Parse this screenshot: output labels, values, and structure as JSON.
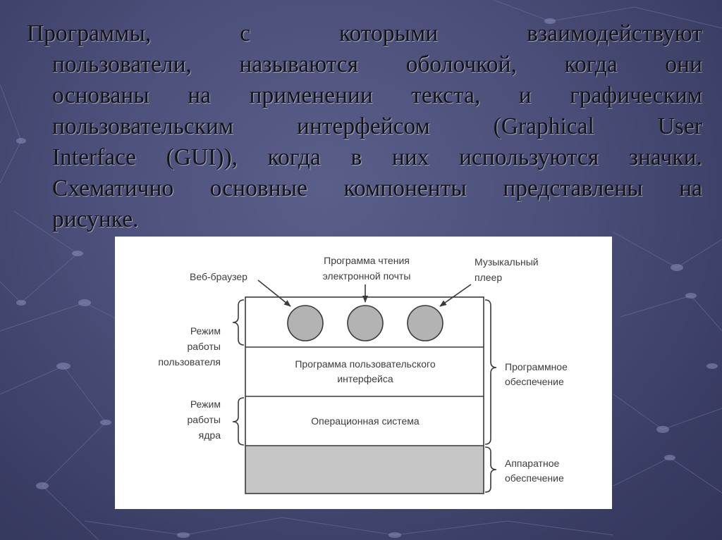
{
  "slide": {
    "paragraph_lines": [
      "Программы, с которыми взаимодействуют",
      "пользователи, называются оболочкой, когда они",
      "основаны на применении текста, и графическим",
      "пользовательским интерфейсом (Graphical User",
      "Interface (GUI)), когда в них используются значки.",
      "Схематично основные компоненты представлены на",
      "рисунке."
    ]
  },
  "diagram": {
    "apps": {
      "browser": "Веб-браузер",
      "mail_line1": "Программа чтения",
      "mail_line2": "электронной почты",
      "player_line1": "Музыкальный",
      "player_line2": "плеер"
    },
    "layers": {
      "ui_program_line1": "Программа пользовательского",
      "ui_program_line2": "интерфейса",
      "os": "Операционная система"
    },
    "left_braces": {
      "user_mode_line1": "Режим",
      "user_mode_line2": "работы",
      "user_mode_line3": "пользователя",
      "kernel_mode_line1": "Режим",
      "kernel_mode_line2": "работы",
      "kernel_mode_line3": "ядра"
    },
    "right_braces": {
      "software_line1": "Программное",
      "software_line2": "обеспечение",
      "hardware_line1": "Аппаратное",
      "hardware_line2": "обеспечение"
    },
    "colors": {
      "circle_fill": "#b3b3b3",
      "hardware_fill": "#c6c6c6",
      "line": "#3a3a3a"
    }
  }
}
